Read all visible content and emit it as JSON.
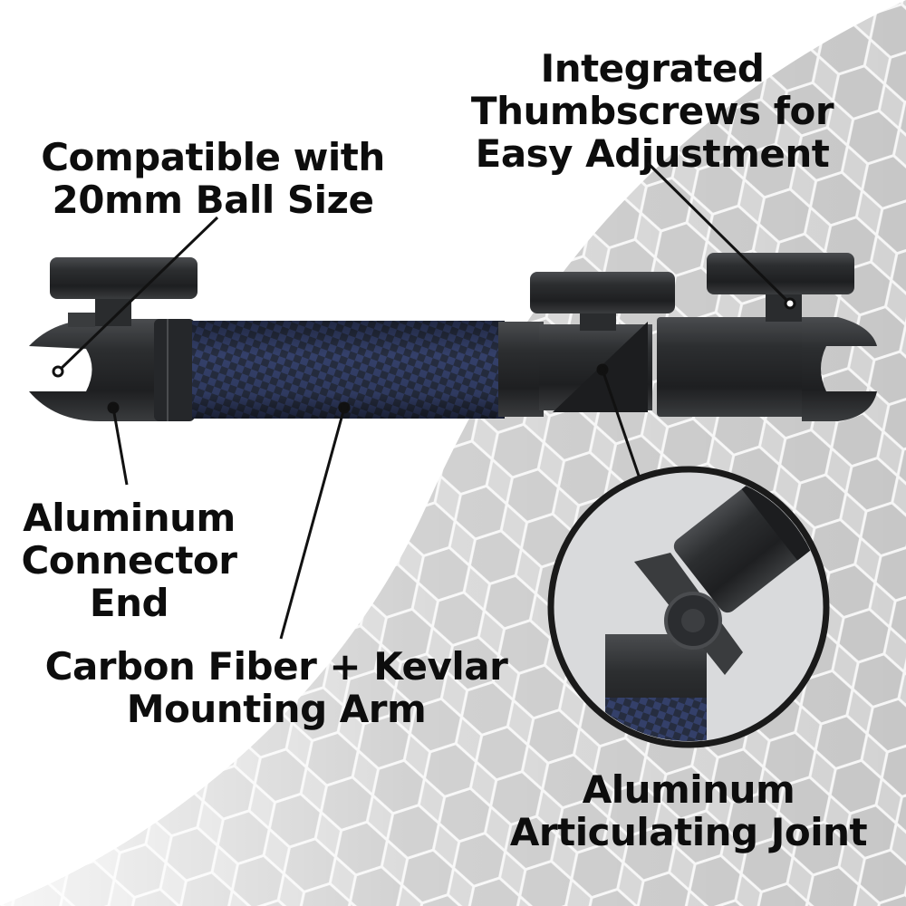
{
  "labels": {
    "ball_size": [
      "Compatible with",
      "20mm Ball Size"
    ],
    "thumbscrews": [
      "Integrated",
      "Thumbscrews for",
      "Easy Adjustment"
    ],
    "connector_end": [
      "Aluminum",
      "Connector",
      "End"
    ],
    "mounting_arm": [
      "Carbon Fiber + Kevlar",
      "Mounting Arm"
    ],
    "articulating_joint": [
      "Aluminum",
      "Articulating Joint"
    ]
  },
  "colors": {
    "background": "#ffffff",
    "hex_texture": "#cfcfcf",
    "hex_lines": "#f4f4f4",
    "metal": "#2f3133",
    "metal_dark": "#1c1d1f",
    "carbon_blue": "#2b3550",
    "text": "#0d0d0d"
  }
}
